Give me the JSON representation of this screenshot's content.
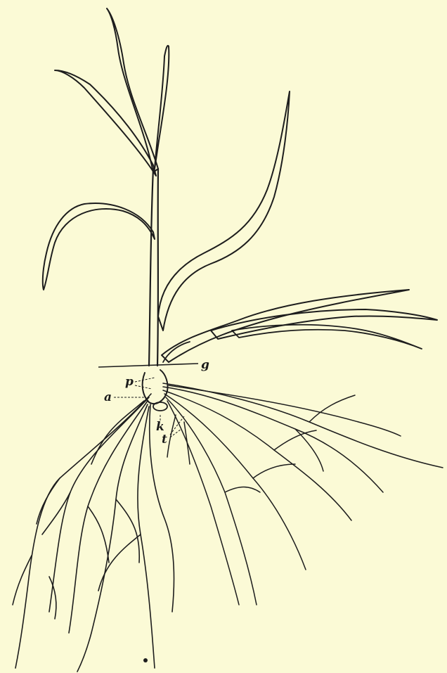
{
  "figure": {
    "background": "#fbfad6",
    "ink": "#1d1d1d",
    "labels": {
      "g": "g",
      "p": "p",
      "a": "a",
      "k": "k",
      "t": "t"
    }
  }
}
